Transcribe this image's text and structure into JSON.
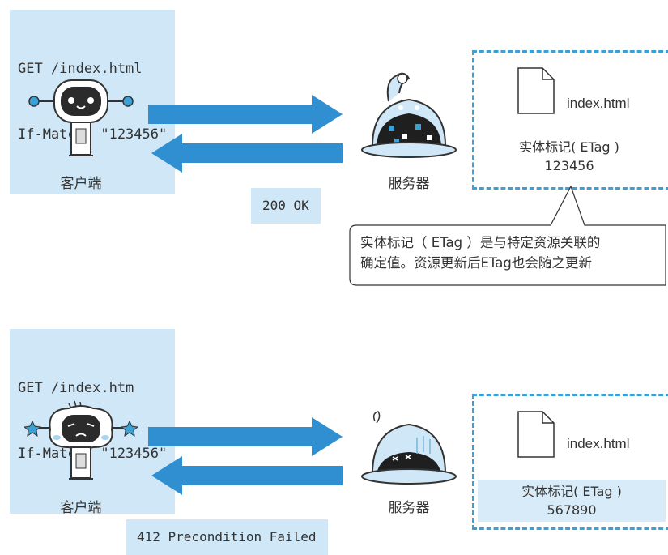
{
  "top": {
    "request_line1": "GET /index.html",
    "request_line2": "If-Match: \"123456\"",
    "client_label": "客户端",
    "server_label": "服务器",
    "response": "200 OK",
    "file_name": "index.html",
    "etag_label": "实体标记( ETag )",
    "etag_value": "123456",
    "note_line1": "实体标记（ ETag ）是与特定资源关联的",
    "note_line2": "确定值。资源更新后ETag也会随之更新"
  },
  "bottom": {
    "request_line1": "GET /index.htm",
    "request_line2": "If-Match: \"123456\"",
    "client_label": "客户端",
    "server_label": "服务器",
    "response": "412 Precondition Failed",
    "file_name": "index.html",
    "etag_label": "实体标记( ETag )",
    "etag_value": "567890"
  },
  "colors": {
    "accent": "#3aa0d6",
    "arrow": "#2f8fd0",
    "box": "#cfe7f6"
  }
}
